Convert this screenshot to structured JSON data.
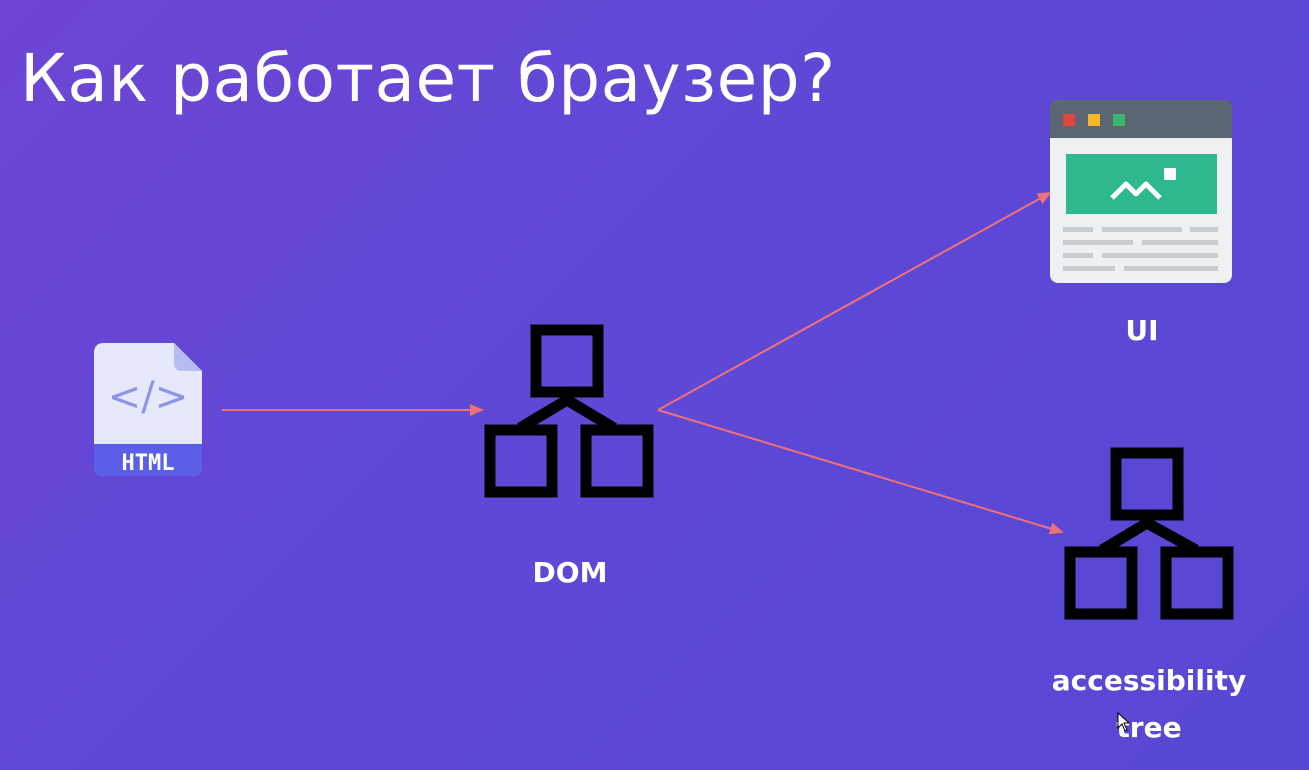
{
  "slide": {
    "title": "Как работает браузер?"
  },
  "nodes": {
    "html": {
      "label": "HTML",
      "icon": "html-file-icon",
      "code_glyph": "</>"
    },
    "dom": {
      "label": "DOM",
      "icon": "tree-hierarchy-icon"
    },
    "ui": {
      "label": "UI",
      "icon": "browser-window-icon"
    },
    "accessibility": {
      "label_line1": "accessibility",
      "label_line2": "tree",
      "icon": "tree-hierarchy-icon"
    }
  },
  "colors": {
    "arrow": "#f0707a",
    "tree_stroke": "#000000",
    "file_body": "#e6e8fb",
    "file_band": "#5b5fe8",
    "browser_bar": "#5c6672",
    "browser_image": "#2eb88f"
  }
}
